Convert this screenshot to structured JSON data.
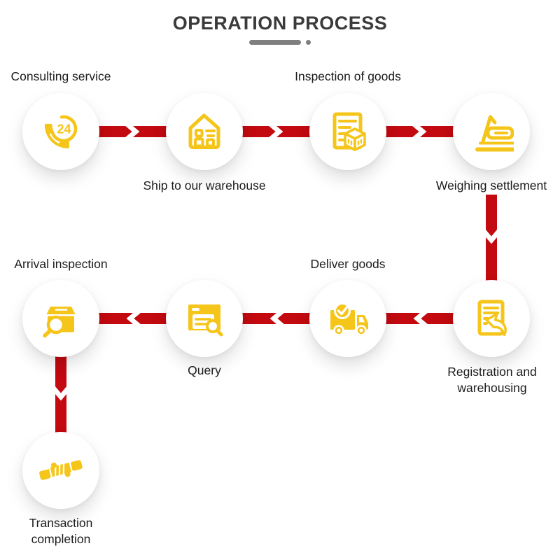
{
  "title": "OPERATION PROCESS",
  "phone_badge": "24",
  "colors": {
    "red": "#C20A10",
    "yellow": "#F5C51A",
    "title": "#3A3A3A",
    "label": "#1C1C1C",
    "underline": "#7F7F7F",
    "circle": "#FFFFFF"
  },
  "steps": [
    {
      "label": "Consulting service",
      "icon": "phone-24-icon"
    },
    {
      "label": "Ship to our warehouse",
      "icon": "warehouse-icon"
    },
    {
      "label": "Inspection of goods",
      "icon": "inspection-document-icon"
    },
    {
      "label": "Weighing settlement",
      "icon": "weighing-scale-icon"
    },
    {
      "label": "Registration and warehousing",
      "icon": "registration-document-icon"
    },
    {
      "label": "Deliver goods",
      "icon": "delivery-truck-icon"
    },
    {
      "label": "Query",
      "icon": "query-search-icon"
    },
    {
      "label": "Arrival inspection",
      "icon": "package-inspection-icon"
    },
    {
      "label": "Transaction completion",
      "icon": "handshake-icon"
    }
  ],
  "flow_order": [
    "Consulting service",
    "Ship to our warehouse",
    "Inspection of goods",
    "Weighing settlement",
    "Registration and warehousing",
    "Deliver goods",
    "Query",
    "Arrival inspection",
    "Transaction completion"
  ]
}
